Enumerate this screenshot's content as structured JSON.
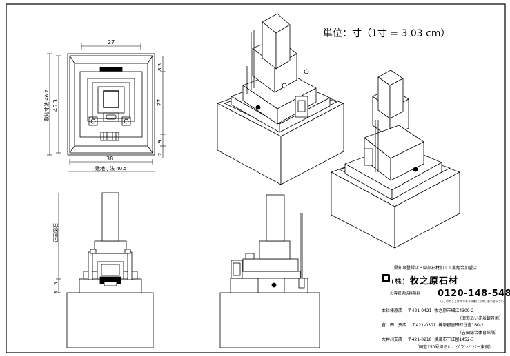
{
  "unit_note": "単位：寸（1寸 = 3.03 cm）",
  "plan_view": {
    "dim_top": "27",
    "dim_bottom_inner": "38",
    "dim_bottom_outer": "敷地寸法 40.5",
    "dim_left_outer": "敷地寸法 46.2",
    "dim_left_inner": "45.3",
    "dim_right": [
      "8.3",
      "27",
      "9",
      "2"
    ]
  },
  "front_view": {
    "label_vertical": "正面図石",
    "dims": [
      "3",
      "5"
    ]
  },
  "company": {
    "line1": "県知事登録店・中部石材加工工業組合加盟店",
    "kabu": "(株)",
    "name": "牧之原石材",
    "free_call": "お客様通話料無料",
    "tel": "0120-148-548",
    "tel_note": "いしやのことは何でもお気軽にお問い合わせ下さい。",
    "branches": [
      {
        "name": "本社榛原店",
        "zip": "〒421-0421",
        "addr": "牧之原市細江4309-2",
        "note": "（旧道沿い赤坂観音前）"
      },
      {
        "name": "吉　田　支店",
        "zip": "〒421-0301",
        "addr": "榛原郡吉田町住吉160-2",
        "note": "（吉田総合体育館隣）"
      },
      {
        "name": "大井川支店",
        "zip": "〒421-0218",
        "addr": "焼津市下江留1452-3",
        "note": "（国道150号線沿い、グランリバー東側）"
      }
    ]
  }
}
